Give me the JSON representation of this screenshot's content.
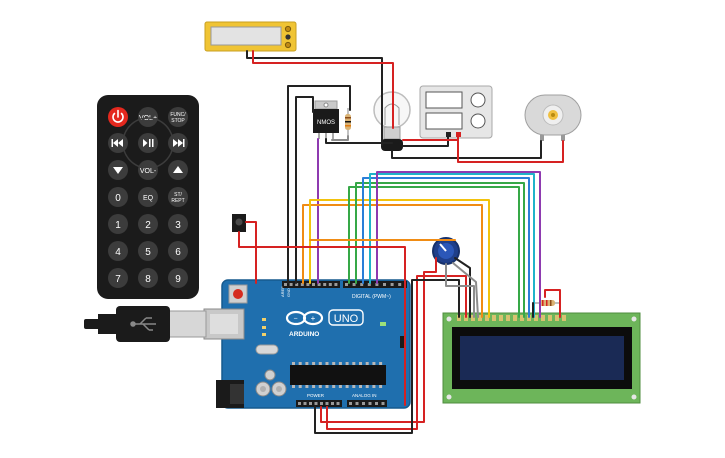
{
  "colors": {
    "board": "#1f6fae",
    "board_dark": "#175a8e",
    "remote": "#1b1b1b",
    "key": "#3c3c3c",
    "power_key": "#e4281e",
    "lcd_pcb": "#6db55a",
    "lcd_screen": "#1a2a55",
    "lcd_bezel": "#0c0c0c",
    "resistor": "#d9b274",
    "wire_black": "#222222",
    "wire_red": "#d62222",
    "wire_orange": "#f08c14",
    "wire_yellow": "#f2c20c",
    "wire_green": "#36a847",
    "wire_blue": "#2a7ed8",
    "wire_purple": "#8e3ab0",
    "wire_cyan": "#1fb3c9",
    "wire_grey": "#8c8c8c"
  },
  "remote": {
    "icons": [
      "power-icon",
      "rewind-icon",
      "play-pause-icon",
      "fast-forward-icon",
      "down-arrow-icon",
      "up-arrow-icon"
    ],
    "keys": {
      "vol_up": "VOL+",
      "func_stop_1": "FUNC/",
      "func_stop_2": "STOP",
      "vol_down": "VOL-",
      "eq": "EQ",
      "st_rept_1": "ST/",
      "st_rept_2": "REPT",
      "k0": "0",
      "k1": "1",
      "k2": "2",
      "k3": "3",
      "k4": "4",
      "k5": "5",
      "k6": "6",
      "k7": "7",
      "k8": "8",
      "k9": "9"
    }
  },
  "arduino": {
    "brand": "ARDUINO",
    "model": "UNO",
    "digital_label": "DIGITAL (PWM~)",
    "power_label": "POWER",
    "analog_label": "ANALOG IN"
  },
  "relay": {
    "label": "NMOS"
  }
}
